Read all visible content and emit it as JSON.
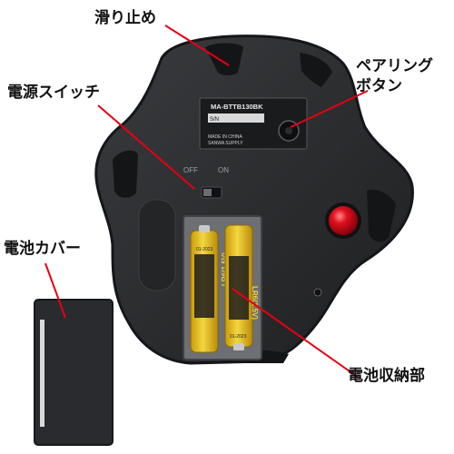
{
  "callouts": {
    "slip_pads": "滑り止め",
    "power_switch": "電源スイッチ",
    "pairing_button_line1": "ペアリング",
    "pairing_button_line2": "ボタン",
    "battery_cover": "電池カバー",
    "battery_compartment": "電池収納部"
  },
  "product_label": {
    "model": "MA-BTTB130BK",
    "serial_prefix": "S/N",
    "origin": "MADE IN CHINA",
    "brand": "SANWA SUPPLY"
  },
  "switch_labels": {
    "off": "OFF",
    "on": "ON"
  },
  "battery_text": {
    "brand": "LR6(1.5V)",
    "code": "01-2023"
  },
  "colors": {
    "callout_line": "#e60012",
    "body": "#2b2c2e",
    "battery_gold": "#e8c21a",
    "ball": "#d8001a"
  }
}
